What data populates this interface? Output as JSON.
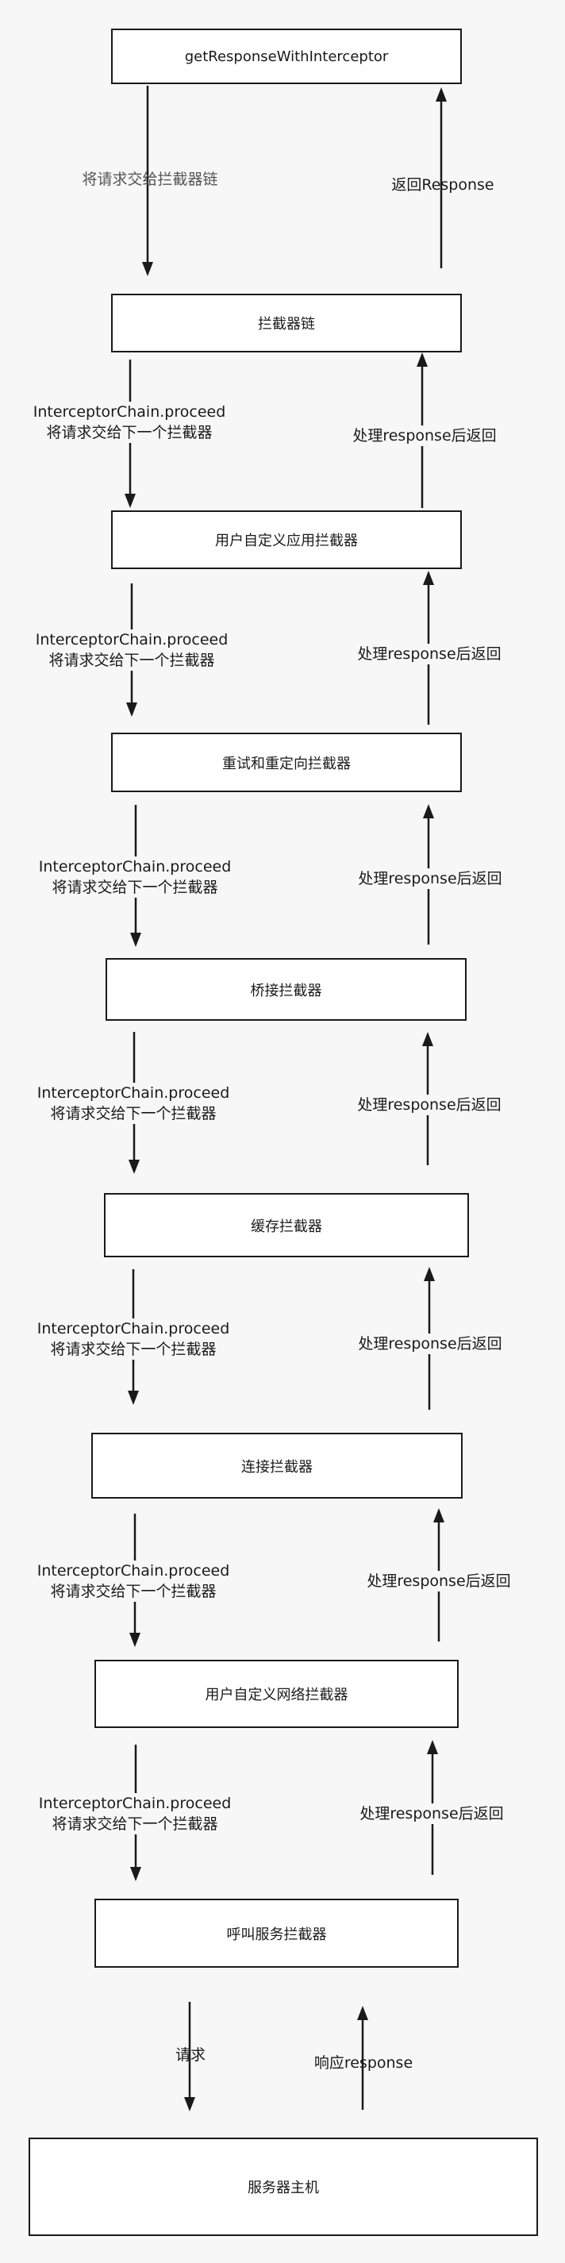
{
  "boxes": {
    "get_response": "getResponseWithInterceptor",
    "chain": "拦截器链",
    "app_interceptor": "用户自定义应用拦截器",
    "retry_interceptor": "重试和重定向拦截器",
    "bridge_interceptor": "桥接拦截器",
    "cache_interceptor": "缓存拦截器",
    "connect_interceptor": "连接拦截器",
    "network_interceptor": "用户自定义网络拦截器",
    "call_server_interceptor": "呼叫服务拦截器",
    "server": "服务器主机"
  },
  "labels": {
    "to_chain": "将请求交给拦截器链",
    "return_response": "返回Response",
    "proceed": "InterceptorChain.proceed",
    "pass_next": "将请求交给下一个拦截器",
    "handle_response": "处理response后返回",
    "request": "请求",
    "respond": "响应response"
  },
  "colors": {
    "stroke": "#1a1a1a",
    "box_fill": "#ffffff",
    "background": "#f7f7f7"
  }
}
